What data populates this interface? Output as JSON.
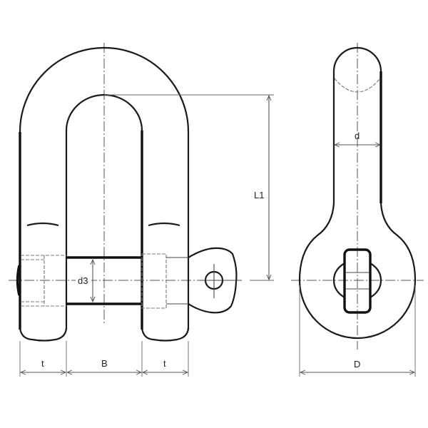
{
  "figure": {
    "title": "D-shackle dimension drawing",
    "views": [
      "front-view",
      "side-view"
    ],
    "colors": {
      "line": "#1a1a1a",
      "dimension": "#555555",
      "background": "#ffffff"
    }
  },
  "dimensions": {
    "t_left": "t",
    "B": "B",
    "t_right": "t",
    "d3": "d3",
    "L1": "L1",
    "d": "d",
    "D": "D"
  }
}
